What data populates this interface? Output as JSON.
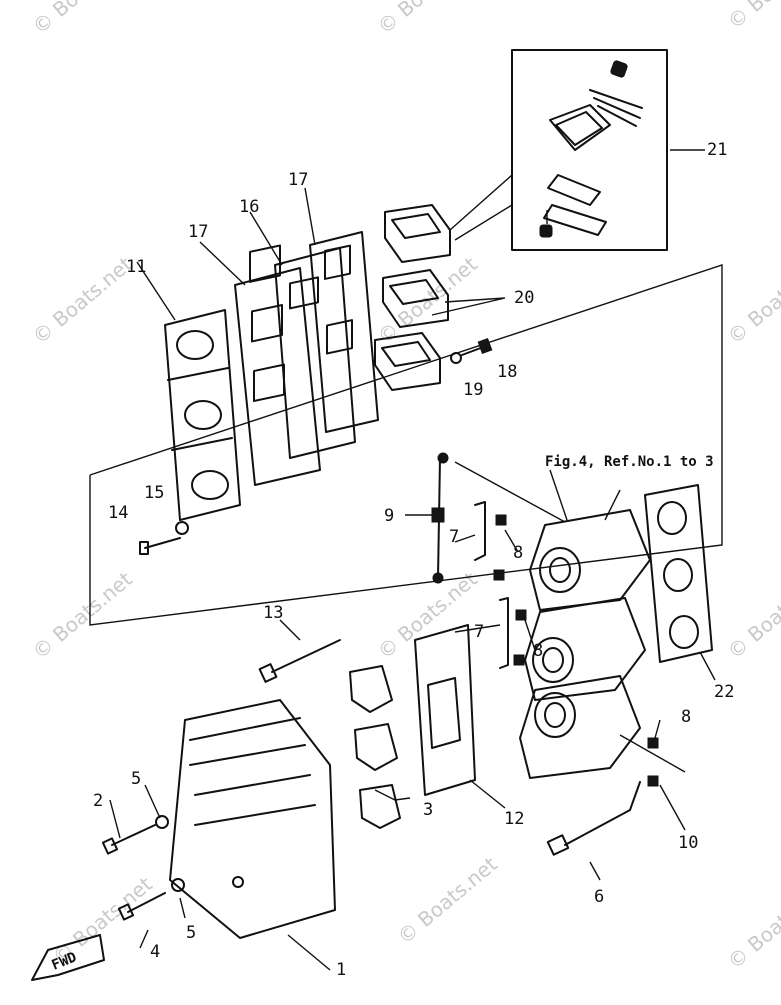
{
  "watermarks": [
    "© Boats.net",
    "© Boats.net",
    "© Boats.net",
    "© Boats.net",
    "© Boats.net",
    "© Boats.net",
    "© Boats.net",
    "© Boats.net",
    "© Boats.net",
    "© Boats.net",
    "© Boats.net",
    "© Boats.net"
  ],
  "reference_note": "Fig.4, Ref.No.1 to 3",
  "fwd_label": "FWD",
  "callouts": {
    "c1": "1",
    "c2": "2",
    "c3": "3",
    "c4": "4",
    "c5a": "5",
    "c5b": "5",
    "c6": "6",
    "c7a": "7",
    "c7b": "7",
    "c8a": "8",
    "c8b": "8",
    "c8c": "8",
    "c9": "9",
    "c10": "10",
    "c11": "11",
    "c12": "12",
    "c13": "13",
    "c14": "14",
    "c15": "15",
    "c16": "16",
    "c17a": "17",
    "c17b": "17",
    "c18": "18",
    "c19": "19",
    "c20": "20",
    "c21": "21",
    "c22": "22"
  }
}
